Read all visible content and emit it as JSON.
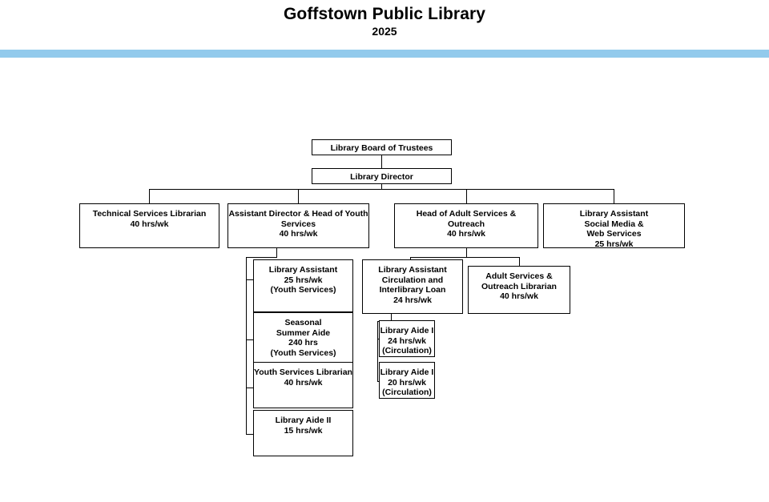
{
  "header": {
    "title": "Goffstown Public Library",
    "year": "2025",
    "accent_color": "#92caec"
  },
  "chart_data": {
    "type": "diagram",
    "diagram_kind": "organizational-chart",
    "title": "Goffstown Public Library",
    "subtitle": "2025",
    "nodes": [
      {
        "id": "board",
        "level": 0,
        "lines": [
          "Library Board of Trustees"
        ],
        "role": "Library Board of Trustees",
        "hours": ""
      },
      {
        "id": "director",
        "level": 1,
        "lines": [
          "Library Director"
        ],
        "role": "Library Director",
        "hours": ""
      },
      {
        "id": "technical-services-librarian",
        "level": 2,
        "lines": [
          "Technical Services Librarian",
          "40 hrs/wk"
        ],
        "role": "Technical Services Librarian",
        "hours": "40 hrs/wk"
      },
      {
        "id": "assistant-director-youth",
        "level": 2,
        "lines": [
          "Assistant Director & Head of Youth",
          "Services",
          "40 hrs/wk"
        ],
        "role": "Assistant Director & Head of Youth Services",
        "hours": "40 hrs/wk"
      },
      {
        "id": "head-adult-services",
        "level": 2,
        "lines": [
          "Head of Adult Services &",
          "Outreach",
          "40 hrs/wk"
        ],
        "role": "Head of Adult Services & Outreach",
        "hours": "40 hrs/wk"
      },
      {
        "id": "library-assistant-social-media",
        "level": 2,
        "lines": [
          "Library Assistant",
          "Social Media &",
          "Web Services",
          "25 hrs/wk"
        ],
        "role": "Library Assistant Social Media & Web Services",
        "hours": "25 hrs/wk"
      },
      {
        "id": "library-assistant-youth",
        "level": 3,
        "lines": [
          "Library Assistant",
          "25 hrs/wk",
          "(Youth Services)"
        ],
        "role": "Library Assistant",
        "hours": "25 hrs/wk",
        "department": "(Youth Services)"
      },
      {
        "id": "library-assistant-circulation",
        "level": 3,
        "lines": [
          "Library Assistant",
          "Circulation and",
          "Interlibrary Loan",
          "24 hrs/wk"
        ],
        "role": "Library Assistant Circulation and Interlibrary Loan",
        "hours": "24 hrs/wk"
      },
      {
        "id": "adult-services-outreach-librarian",
        "level": 3,
        "lines": [
          "Adult Services &",
          "Outreach Librarian",
          "40 hrs/wk"
        ],
        "role": "Adult Services & Outreach Librarian",
        "hours": "40 hrs/wk"
      },
      {
        "id": "seasonal-summer-aide",
        "level": 3,
        "lines": [
          "Seasonal",
          "Summer Aide",
          "240 hrs",
          "(Youth Services)"
        ],
        "role": "Seasonal Summer Aide",
        "hours": "240 hrs",
        "department": "(Youth Services)"
      },
      {
        "id": "youth-services-librarian",
        "level": 3,
        "lines": [
          "Youth Services Librarian",
          "40 hrs/wk"
        ],
        "role": "Youth Services Librarian",
        "hours": "40 hrs/wk"
      },
      {
        "id": "library-aide-ii",
        "level": 3,
        "lines": [
          "Library Aide II",
          "15 hrs/wk"
        ],
        "role": "Library Aide II",
        "hours": "15 hrs/wk"
      },
      {
        "id": "library-aide-i-24",
        "level": 4,
        "lines": [
          "Library Aide I",
          "24 hrs/wk",
          "(Circulation)"
        ],
        "role": "Library Aide I",
        "hours": "24 hrs/wk",
        "department": "(Circulation)"
      },
      {
        "id": "library-aide-i-20",
        "level": 4,
        "lines": [
          "Library Aide I",
          "20 hrs/wk",
          "(Circulation)"
        ],
        "role": "Library Aide I",
        "hours": "20 hrs/wk",
        "department": "(Circulation)"
      }
    ],
    "edges": [
      {
        "from": "board",
        "to": "director"
      },
      {
        "from": "director",
        "to": "technical-services-librarian"
      },
      {
        "from": "director",
        "to": "assistant-director-youth"
      },
      {
        "from": "director",
        "to": "head-adult-services"
      },
      {
        "from": "director",
        "to": "library-assistant-social-media"
      },
      {
        "from": "assistant-director-youth",
        "to": "library-assistant-youth"
      },
      {
        "from": "assistant-director-youth",
        "to": "seasonal-summer-aide"
      },
      {
        "from": "assistant-director-youth",
        "to": "youth-services-librarian"
      },
      {
        "from": "assistant-director-youth",
        "to": "library-aide-ii"
      },
      {
        "from": "head-adult-services",
        "to": "library-assistant-circulation"
      },
      {
        "from": "head-adult-services",
        "to": "adult-services-outreach-librarian"
      },
      {
        "from": "library-assistant-circulation",
        "to": "library-aide-i-24"
      },
      {
        "from": "library-assistant-circulation",
        "to": "library-aide-i-20"
      }
    ]
  }
}
